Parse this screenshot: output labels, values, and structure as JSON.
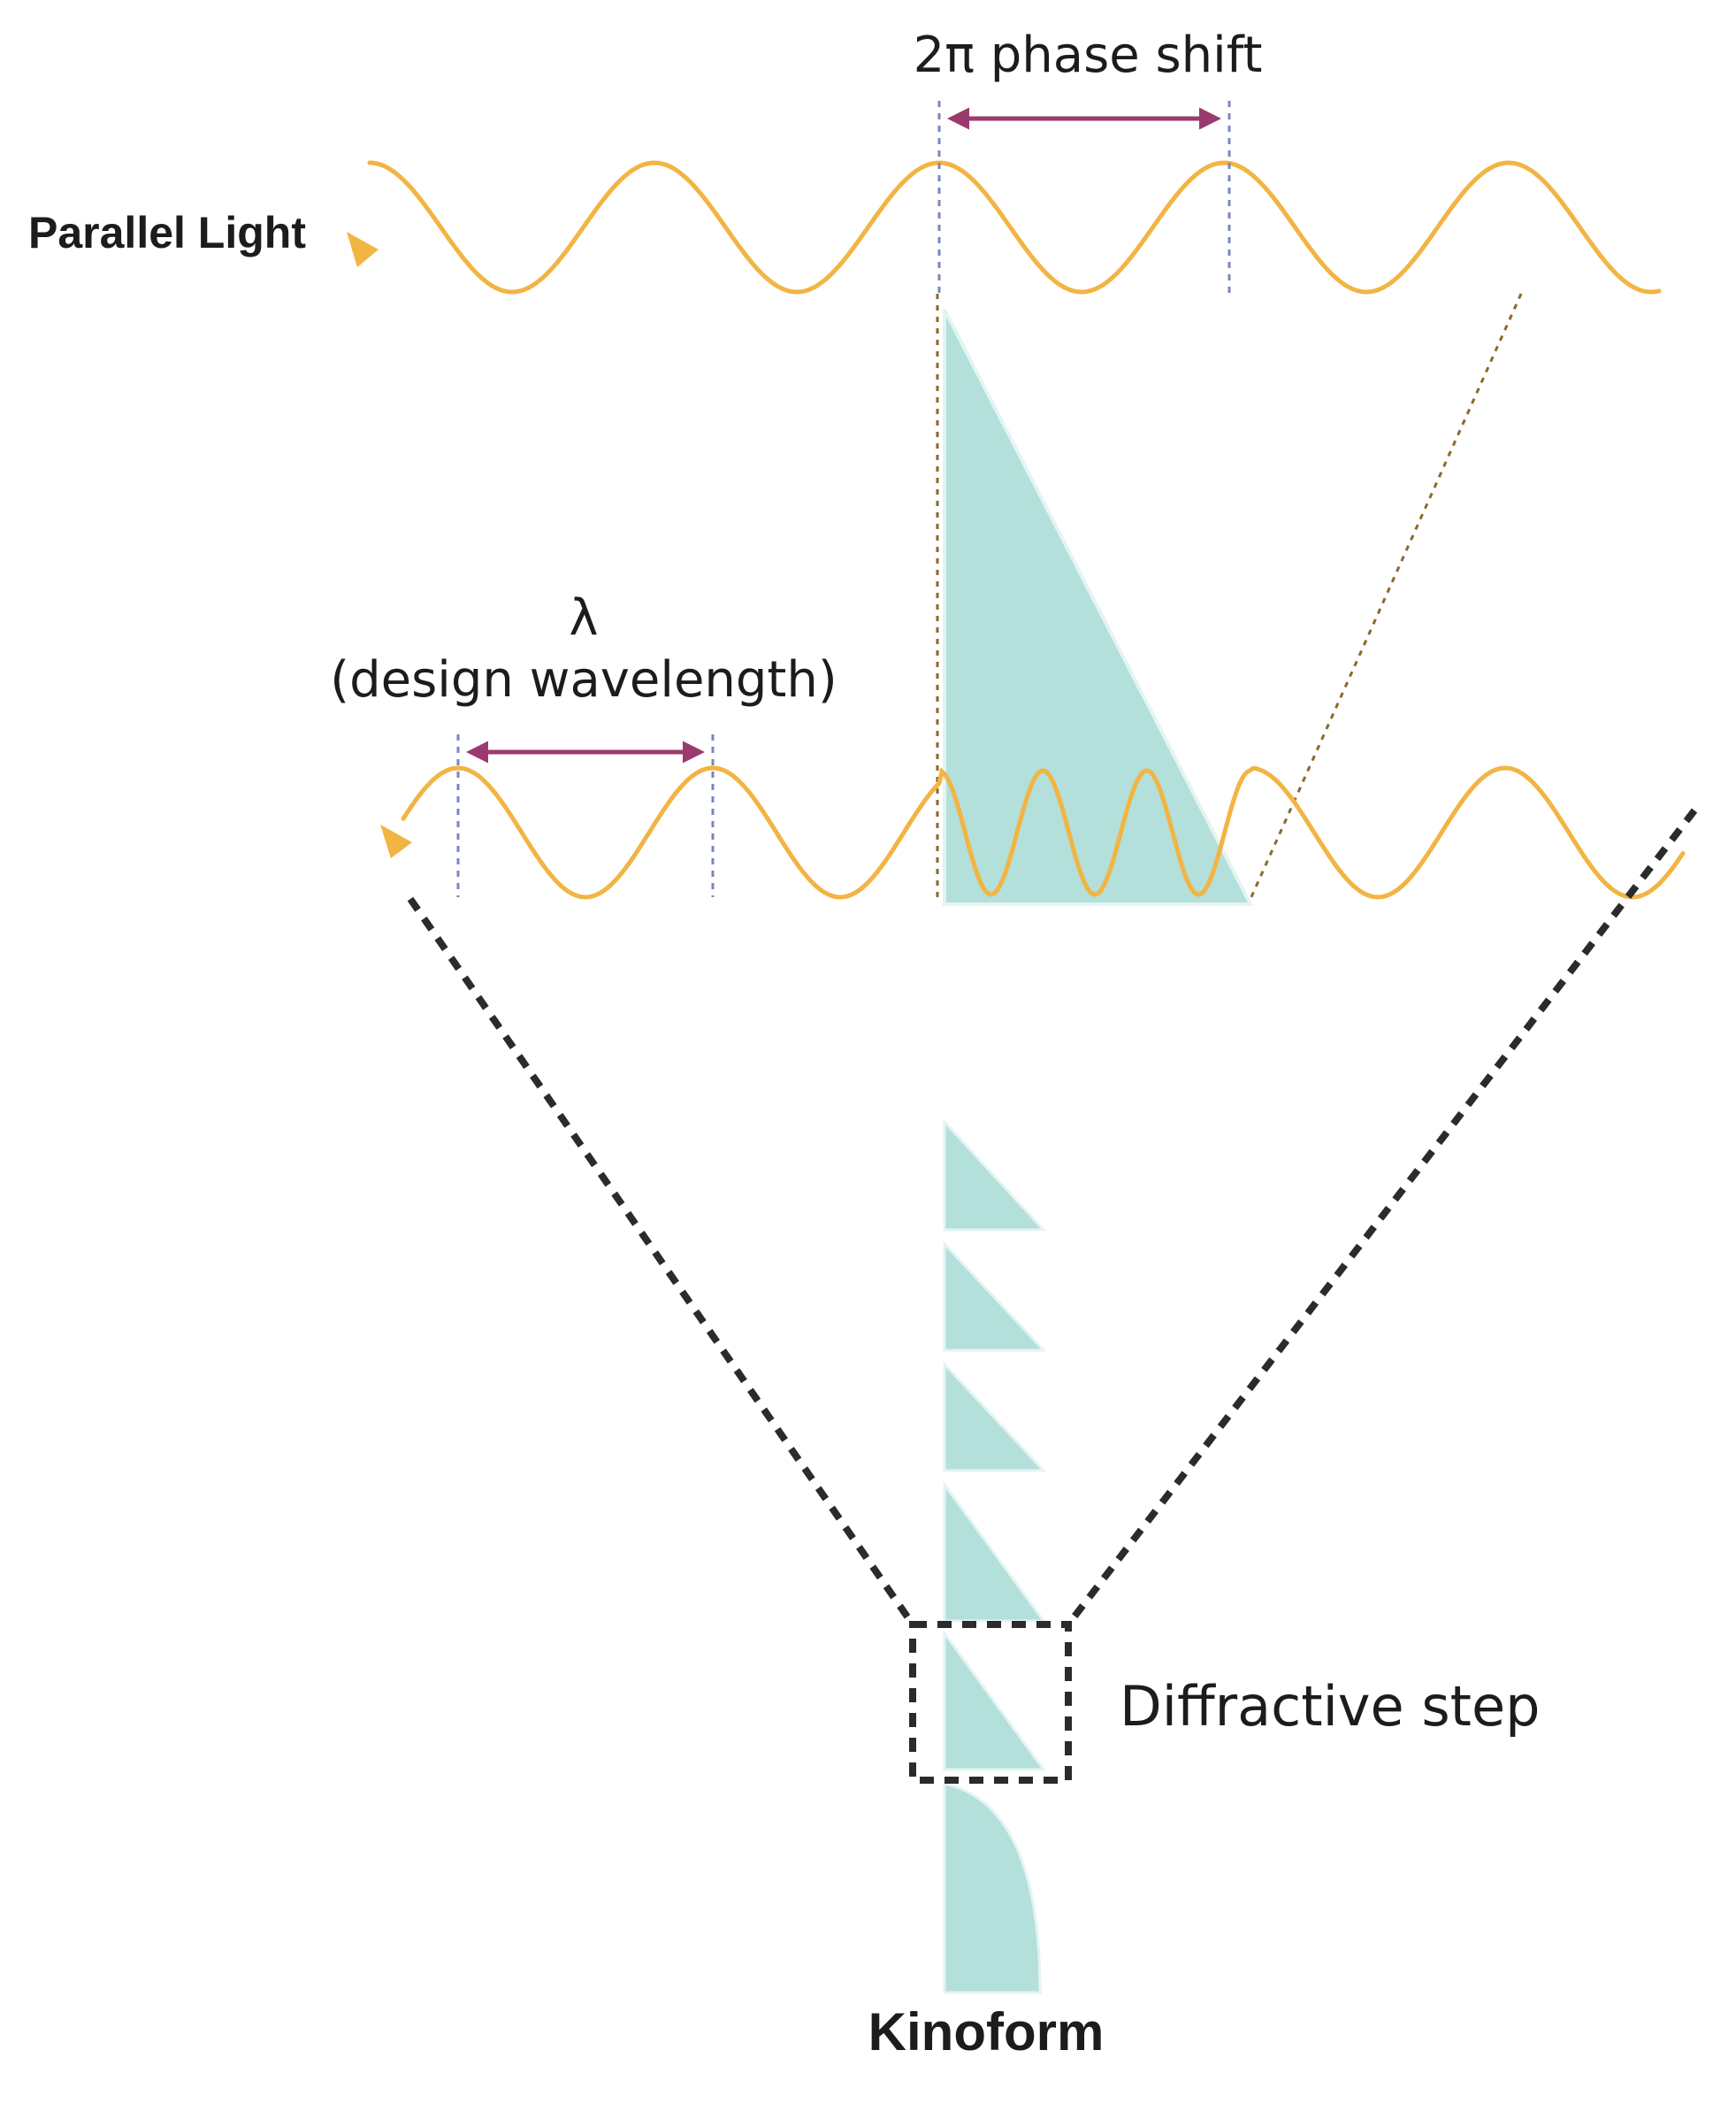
{
  "labels": {
    "parallel_light": "Parallel Light",
    "phase_shift": "2π phase shift",
    "lambda_symbol": "λ",
    "design_wavelength": "(design wavelength)",
    "diffractive_step": "Diffractive step",
    "kinoform": "Kinoform"
  },
  "colors": {
    "wave": "#F2B443",
    "kinoform_fill": "#B3E0DB",
    "kinoform_edge": "#E4F4F2",
    "dimension_arrow": "#9B3A6E",
    "guide_line": "#7A86C2",
    "projection_line": "#8A6A2A",
    "zoom_line": "#2B2B2B",
    "text": "#1c1c1c"
  }
}
